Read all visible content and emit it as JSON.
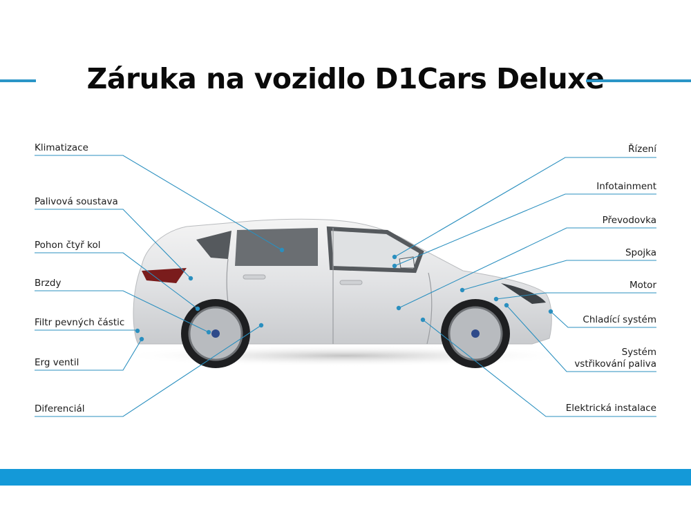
{
  "header": {
    "title": "Záruka na vozidlo D1Cars Deluxe",
    "accent_color": "#2a95c7"
  },
  "footer": {
    "bar_color": "#1499d8"
  },
  "diagram": {
    "subject": "car-side-view",
    "leader_color": "#2a8fbf",
    "left_labels": [
      {
        "label": "Klimatizace"
      },
      {
        "label": "Palivová soustava"
      },
      {
        "label": "Pohon čtyř kol"
      },
      {
        "label": "Brzdy"
      },
      {
        "label": "Filtr pevných částic"
      },
      {
        "label": "Erg ventil"
      },
      {
        "label": "Diferenciál"
      }
    ],
    "right_labels": [
      {
        "label": "Řízení"
      },
      {
        "label": "Infotainment"
      },
      {
        "label": "Převodovka"
      },
      {
        "label": "Spojka"
      },
      {
        "label": "Motor"
      },
      {
        "label": "Chladící systém"
      },
      {
        "label": "Systém",
        "label2": "vstřikování paliva"
      },
      {
        "label": "Elektrická instalace"
      }
    ]
  }
}
